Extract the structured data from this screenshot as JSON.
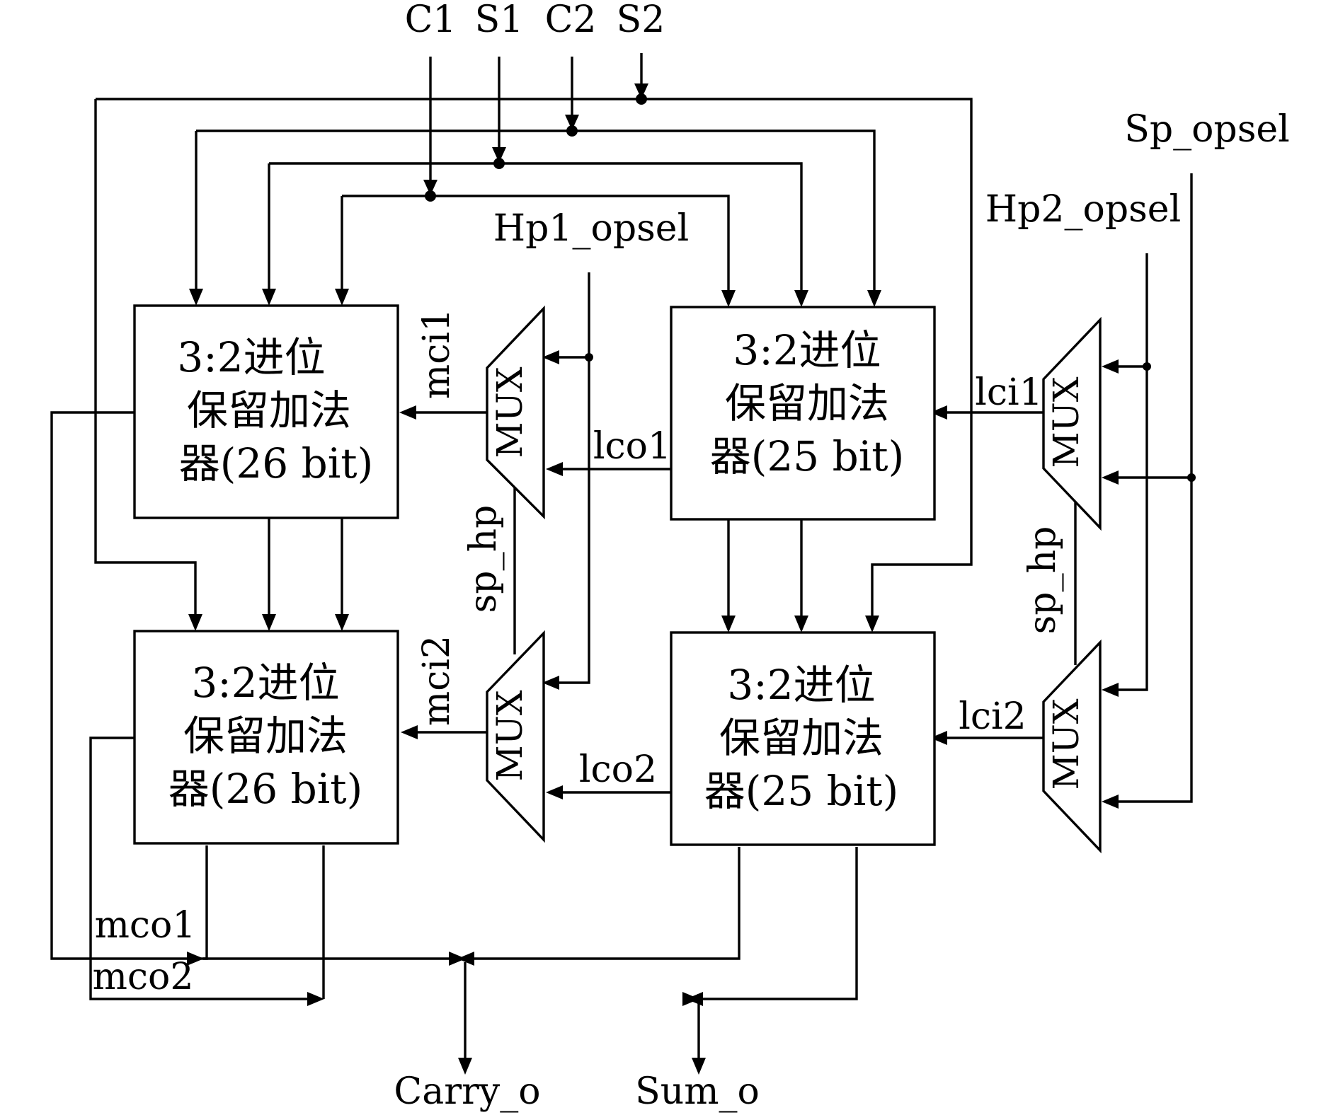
{
  "inputs": {
    "c1": "C1",
    "s1": "S1",
    "c2": "C2",
    "s2": "S2",
    "sp_opsel": "Sp_opsel",
    "hp1_opsel": "Hp1_opsel",
    "hp2_opsel": "Hp2_opsel"
  },
  "adders": {
    "top_left": {
      "line1": "3:2进位",
      "line2": "保留加法",
      "line3": "器(26 bit)"
    },
    "top_right": {
      "line1": "3:2进位",
      "line2": "保留加法",
      "line3": "器(25 bit)"
    },
    "bottom_left": {
      "line1": "3:2进位",
      "line2": "保留加法",
      "line3": "器(26 bit)"
    },
    "bottom_right": {
      "line1": "3:2进位",
      "line2": "保留加法",
      "line3": "器(25 bit)"
    }
  },
  "mux_label": "MUX",
  "signals": {
    "mci1": "mci1",
    "mci2": "mci2",
    "lco1": "lco1",
    "lco2": "lco2",
    "lci1": "lci1",
    "lci2": "lci2",
    "sp_hp_left": "sp_hp",
    "sp_hp_right": "sp_hp",
    "mco1": "mco1",
    "mco2": "mco2"
  },
  "outputs": {
    "carry": "Carry_o",
    "sum": "Sum_o"
  }
}
